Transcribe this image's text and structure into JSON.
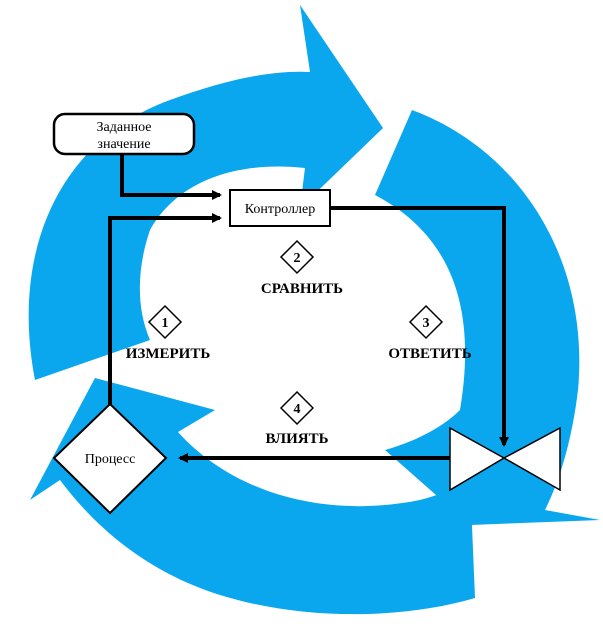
{
  "diagram": {
    "colors": {
      "cycle_arrows": "#0aa7ef",
      "outline": "#000000",
      "background": "#ffffff"
    },
    "nodes": {
      "setpoint": {
        "line1": "Заданное",
        "line2": "значение"
      },
      "controller": {
        "label": "Контроллер"
      },
      "process": {
        "label": "Процесс"
      },
      "valve": {
        "icon": "valve-icon"
      }
    },
    "steps": [
      {
        "number": "1",
        "label": "ИЗМЕРИТЬ"
      },
      {
        "number": "2",
        "label": "СРАВНИТЬ"
      },
      {
        "number": "3",
        "label": "ОТВЕТИТЬ"
      },
      {
        "number": "4",
        "label": "ВЛИЯТЬ"
      }
    ]
  }
}
